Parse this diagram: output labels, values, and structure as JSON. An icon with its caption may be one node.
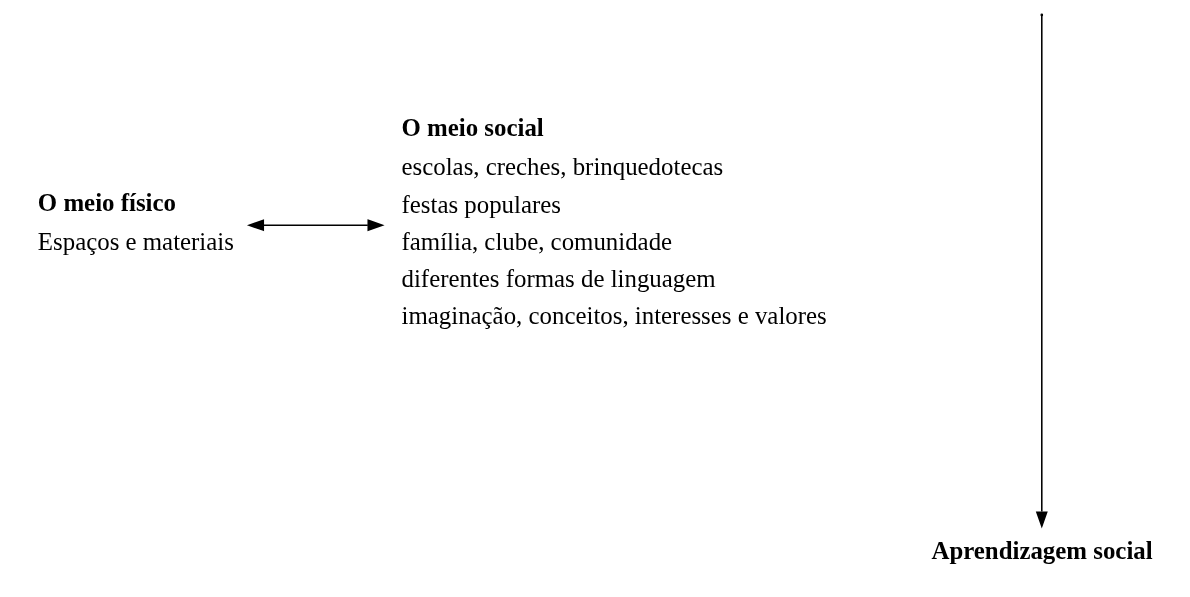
{
  "diagram": {
    "nodes": [
      {
        "text": [
          "O meio físico",
          "Espaços e materiais"
        ]
      },
      {
        "text": [
          "O meio social",
          "escolas, creches, brinquedotecas",
          "festas populares",
          "família, clube, comunidade",
          "diferentes formas de linguagem",
          "imaginação, conceitos, interesses e valores"
        ]
      },
      {
        "text": [
          "Aprendizagem social"
        ]
      }
    ],
    "edges": [
      {
        "from": 0,
        "to": 1,
        "arrow": "both"
      },
      {
        "from": null,
        "to": 2,
        "arrow": "to"
      }
    ]
  }
}
